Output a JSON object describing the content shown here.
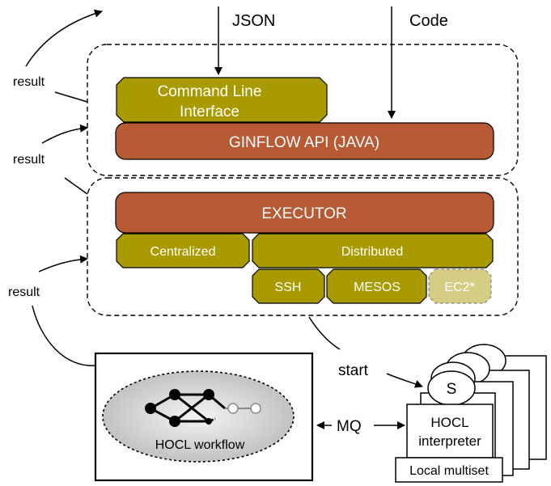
{
  "inputs": {
    "json": "JSON",
    "code": "Code"
  },
  "results": [
    "result",
    "result",
    "result"
  ],
  "api_layer": {
    "cli_line1": "Command Line",
    "cli_line2": "Interface",
    "api": "GINFLOW API (JAVA)"
  },
  "executor_layer": {
    "executor": "EXECUTOR",
    "centralized": "Centralized",
    "distributed": "Distributed",
    "ssh": "SSH",
    "mesos": "MESOS",
    "ec2": "EC2*"
  },
  "workflow": {
    "label": "HOCL workflow"
  },
  "labels": {
    "start": "start",
    "mq": "MQ"
  },
  "agent": {
    "service": "S",
    "interpreter_line1": "HOCL",
    "interpreter_line2": "interpreter",
    "multiset": "Local multiset"
  },
  "colors": {
    "olive": "#a99a00",
    "olive_light": "#d6cd85",
    "brick": "#b85b35",
    "dark": "#000000"
  }
}
